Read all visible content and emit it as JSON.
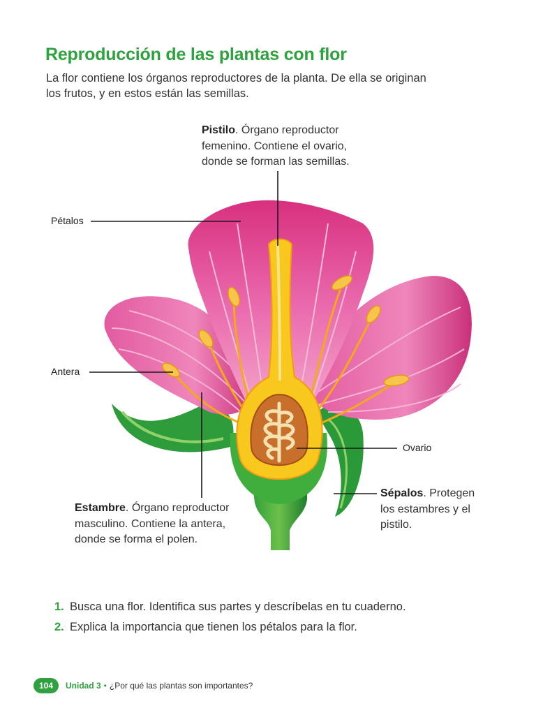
{
  "header": {
    "title": "Reproducción de las plantas con flor",
    "intro": "La flor contiene los órganos reproductores de la planta. De ella se originan los frutos, y en estos están las semillas."
  },
  "diagram": {
    "labels": {
      "petalos": "Pétalos",
      "antera": "Antera",
      "ovario": "Ovario"
    },
    "pistilo": {
      "term": "Pistilo",
      "text": ". Órgano reproductor femenino. Contiene el ovario, donde se forman las semillas."
    },
    "estambre": {
      "term": "Estambre",
      "text": ". Órgano reproductor masculino. Contiene la antera, donde se forma el polen."
    },
    "sepalos": {
      "term": "Sépalos",
      "text": ". Protegen los estambres y el pistilo."
    }
  },
  "activities": [
    {
      "num": "1.",
      "text": "Busca una flor. Identifica sus partes y descríbelas en tu cuaderno."
    },
    {
      "num": "2.",
      "text": "Explica la importancia que tienen los pétalos para la flor."
    }
  ],
  "footer": {
    "page": "104",
    "unit": "Unidad 3",
    "separator": "•",
    "question": "¿Por qué las plantas son importantes?"
  },
  "colors": {
    "accent_green": "#2fa23f",
    "petal_pink": "#e2479a",
    "pistil_yellow": "#f4c21b",
    "sepal_green": "#1f9a36"
  }
}
